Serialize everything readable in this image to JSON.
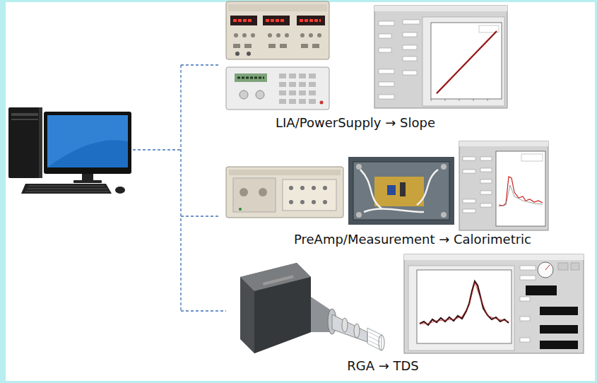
{
  "diagram": {
    "labels": [
      "LIA/PowerSupply → Slope",
      "PreAmp/Measurement → Calorimetric",
      "RGA → TDS"
    ]
  }
}
